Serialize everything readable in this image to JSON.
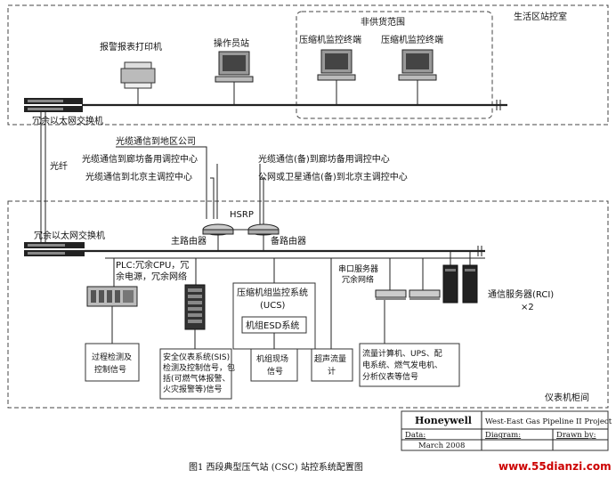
{
  "top_zone": {
    "label": "生活区站控室",
    "non_supply_label": "非供货范围",
    "printer_label": "报警报表打印机",
    "operator_label": "操作员站",
    "terminal1_label": "压缩机监控终端",
    "terminal2_label": "压缩机监控终端",
    "switch_label": "冗余以太网交换机"
  },
  "links": {
    "fiber": "光纤",
    "to_region": "光缆通信到地区公司",
    "to_langfang": "光缆通信到廊坊备用调控中心",
    "to_beijing": "光缆通信到北京主调控中心",
    "to_langfang_backup": "光缆通信(备)到廊坊备用调控中心",
    "to_beijing_satellite": "公网或卫星通信(备)到北京主调控中心"
  },
  "bottom_zone": {
    "label": "仪表机柜间",
    "switch_label": "冗余以太网交换机",
    "hsrp": "HSRP",
    "main_router": "主路由器",
    "backup_router": "备路由器",
    "plc_line1": "PLC:冗余CPU，冗",
    "plc_line2": "余电源，冗余网络",
    "ucs_line1": "压缩机组监控系统",
    "ucs_line2": "(UCS)",
    "esd": "机组ESD系统",
    "serial_line1": "串口服务器",
    "serial_line2": "冗余网络",
    "rci_line1": "通信服务器(RCI)",
    "rci_line2": "×2",
    "box_process": [
      "过程检测及",
      "控制信号"
    ],
    "box_sis": [
      "安全仪表系统(SIS)",
      "检测及控制信号，包",
      "括(可燃气体报警、",
      "火灾报警等)信号"
    ],
    "box_unit": [
      "机组现场",
      "信号"
    ],
    "box_ultrasonic": [
      "超声流量",
      "计"
    ],
    "box_flow": [
      "流量计算机、UPS、配",
      "电系统、燃气发电机、",
      "分析仪表等信号"
    ]
  },
  "title_block": {
    "company": "Honeywell",
    "project": "West-East Gas Pipeline II Project",
    "data_label": "Data:",
    "data_value": "March 2008",
    "diagram_label": "Diagram:",
    "drawn_label": "Drawn by:"
  },
  "caption": "图1   西段典型压气站 (CSC) 站控系统配置图",
  "watermark": "www.55dianzi.com"
}
